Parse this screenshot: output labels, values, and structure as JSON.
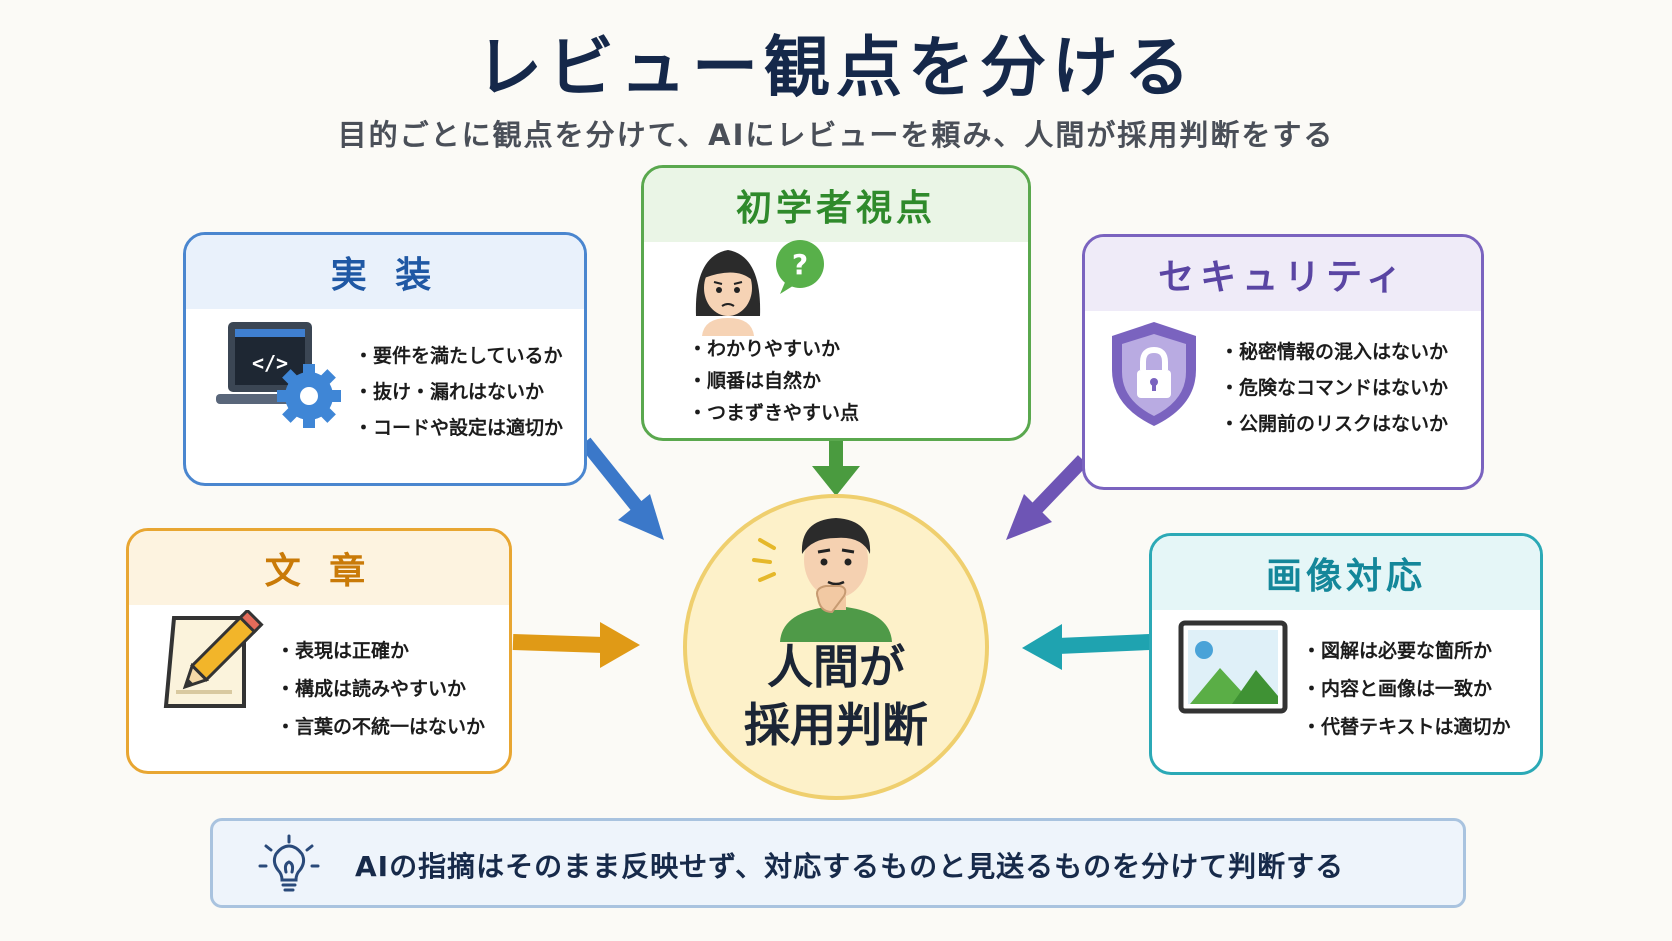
{
  "header": {
    "title": "レビュー観点を分ける",
    "subtitle": "目的ごとに観点を分けて、AIにレビューを頼み、人間が採用判断をする"
  },
  "cards": {
    "impl": {
      "title": "実 装",
      "items": [
        "要件を満たしているか",
        "抜け・漏れはないか",
        "コードや設定は適切か"
      ],
      "icon": "laptop-code-gear-icon",
      "color": "#3b78c9"
    },
    "beginner": {
      "title": "初学者視点",
      "items": [
        "わかりやすいか",
        "順番は自然か",
        "つまずきやすい点"
      ],
      "icon": "confused-person-question-icon",
      "color": "#4a9b3f"
    },
    "security": {
      "title": "セキュリティ",
      "items": [
        "秘密情報の混入はないか",
        "危険なコマンドはないか",
        "公開前のリスクはないか"
      ],
      "icon": "shield-lock-icon",
      "color": "#6e55b5"
    },
    "writing": {
      "title": "文 章",
      "items": [
        "表現は正確か",
        "構成は読みやすいか",
        "言葉の不統一はないか"
      ],
      "icon": "pencil-paper-icon",
      "color": "#e09a16"
    },
    "image": {
      "title": "画像対応",
      "items": [
        "図解は必要な箇所か",
        "内容と画像は一致か",
        "代替テキストは適切か"
      ],
      "icon": "picture-icon",
      "color": "#1fa3b0"
    }
  },
  "center": {
    "line1": "人間が",
    "line2": "採用判断",
    "icon": "thinking-person-icon"
  },
  "footer": {
    "text": "AIの指摘はそのまま反映せず、対応するものと見送るものを分けて判断する",
    "icon": "lightbulb-icon"
  }
}
